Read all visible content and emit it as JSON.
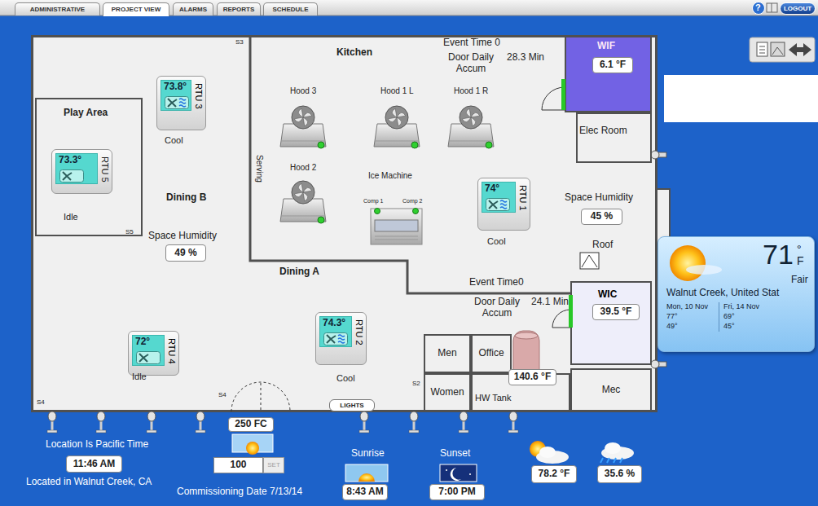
{
  "diagram": {
    "nodes": [
      {
        "text": [
          "ADMINISTRATIVE"
        ]
      },
      {
        "text": [
          "PROJECT VIEW"
        ]
      },
      {
        "text": [
          "ALARMS"
        ]
      },
      {
        "text": [
          "REPORTS"
        ]
      },
      {
        "text": [
          "SCHEDULE"
        ]
      },
      {
        "text": [
          "LOGOUT"
        ]
      },
      {
        "text": [
          "73.8°",
          "RTU 3"
        ]
      },
      {
        "text": [
          "Play Area"
        ]
      },
      {
        "text": [
          "73.3°",
          "RTU 5"
        ],
        "in": 7
      },
      {
        "text": [
          "WIF"
        ]
      },
      {
        "text": [
          "6.1 °F"
        ],
        "in": 9
      },
      {
        "text": [
          "Elec Room"
        ]
      },
      {
        "text": [
          "74°",
          "RTU 1"
        ]
      },
      {
        "text": [
          "45 %"
        ]
      },
      {
        "text": [
          "49 %"
        ]
      },
      {
        "text": [
          "71",
          "°F",
          "Fair",
          "Walnut Creek, United Stat",
          "Mon, 10 Nov",
          "77°",
          "49°",
          "Fri, 14 Nov",
          "69°",
          "45°"
        ]
      },
      {
        "text": [
          "WIC"
        ]
      },
      {
        "text": [
          "39.5 °F"
        ],
        "in": 16
      },
      {
        "text": [
          "74.3°",
          "RTU 2"
        ]
      },
      {
        "text": [
          "72°",
          "RTU 4"
        ]
      },
      {
        "text": [
          "Men"
        ]
      },
      {
        "text": [
          "Office"
        ]
      },
      {
        "text": [
          "Women"
        ]
      },
      {
        "text": [
          "HW Tank"
        ]
      },
      {
        "text": [
          "140.6 °F"
        ]
      },
      {
        "text": [
          "Mec"
        ]
      },
      {
        "text": [
          "LIGHTS"
        ]
      },
      {
        "text": [
          "250 FC"
        ]
      },
      {
        "text": [
          "11:46 AM"
        ]
      },
      {
        "text": [
          "100"
        ]
      },
      {
        "text": [
          "SET"
        ]
      },
      {
        "text": [
          "8:43 AM"
        ]
      },
      {
        "text": [
          "7:00 PM"
        ]
      },
      {
        "text": [
          "78.2 °F"
        ]
      },
      {
        "text": [
          "35.6 %"
        ]
      }
    ],
    "labels": [
      "S3",
      "Kitchen",
      "Event Time 0",
      "Door Daily Accum",
      "28.3 Min",
      "Hood 3",
      "Hood 1 L",
      "Hood 1 R",
      "Serving",
      "Hood 2",
      "Ice Machine",
      "Comp 1",
      "Comp 2",
      "Cool",
      "Space Humidity",
      "Idle",
      "Dining B",
      "S5",
      "Space Humidity",
      "Cool",
      "Roof",
      "Dining A",
      "Event Time0",
      "Door Daily Accum",
      "24.1 Min",
      "Cool",
      "Idle",
      "S4",
      "S4",
      "S2",
      "Location Is Pacific Time",
      "Located in Walnut Creek, CA",
      "Commissioning Date 7/13/14",
      "Sunrise",
      "Sunset",
      "?"
    ]
  }
}
